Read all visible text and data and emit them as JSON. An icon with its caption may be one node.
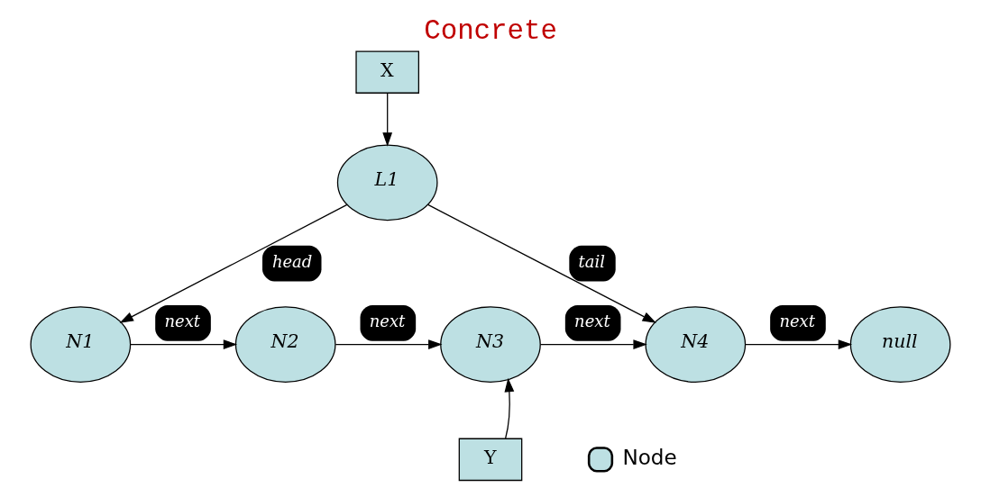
{
  "diagram": {
    "title": "Concrete",
    "nodes": [
      {
        "text": [
          "X"
        ]
      },
      {
        "text": [
          "L1"
        ]
      },
      {
        "text": [
          "N1"
        ]
      },
      {
        "text": [
          "N2"
        ]
      },
      {
        "text": [
          "N3"
        ]
      },
      {
        "text": [
          "N4"
        ]
      },
      {
        "text": [
          "null"
        ]
      },
      {
        "text": [
          "Y"
        ]
      }
    ],
    "edges": [
      {
        "from": 0,
        "to": 1,
        "arrow": "to"
      },
      {
        "from": 1,
        "to": 2,
        "arrow": "to",
        "label": "head"
      },
      {
        "from": 1,
        "to": 5,
        "arrow": "to",
        "label": "tail"
      },
      {
        "from": 2,
        "to": 3,
        "arrow": "to",
        "label": "next"
      },
      {
        "from": 3,
        "to": 4,
        "arrow": "to",
        "label": "next"
      },
      {
        "from": 4,
        "to": 5,
        "arrow": "to",
        "label": "next"
      },
      {
        "from": 5,
        "to": 6,
        "arrow": "to",
        "label": "next"
      },
      {
        "from": 7,
        "to": 4,
        "arrow": "to"
      }
    ],
    "legend": [
      {
        "text": "Node"
      }
    ]
  }
}
